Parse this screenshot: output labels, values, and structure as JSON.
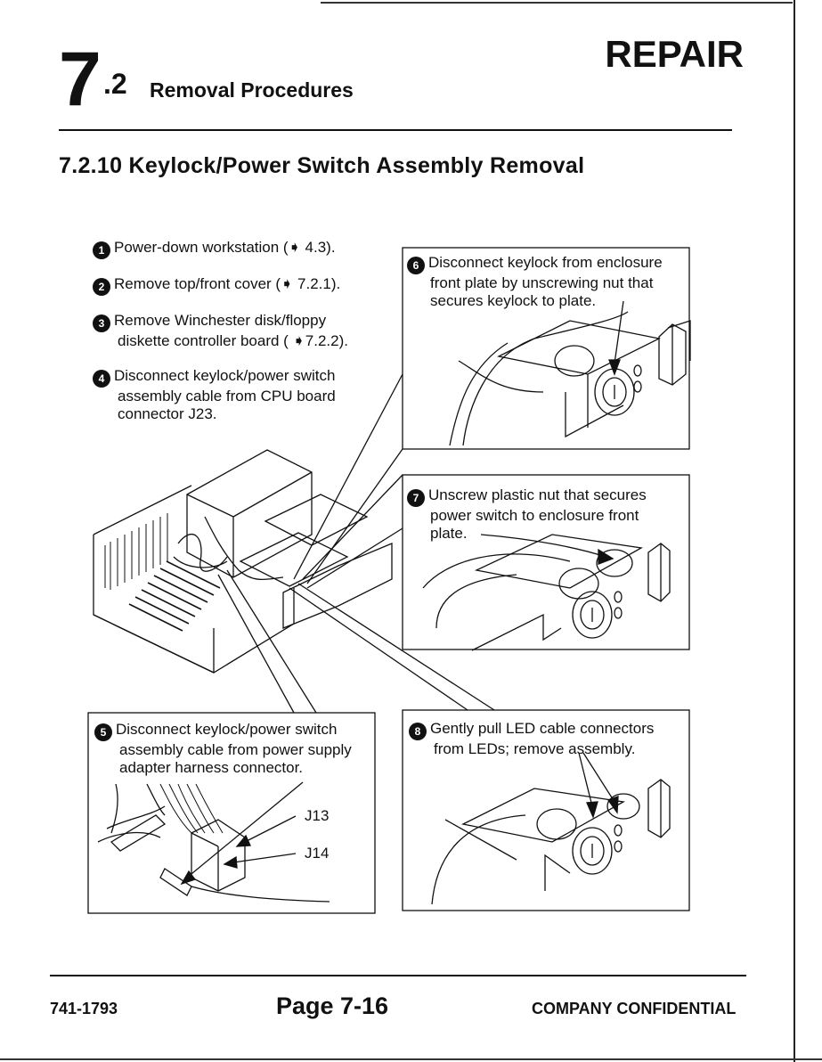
{
  "header": {
    "chapter_number": "7",
    "chapter_sub": ".2",
    "chapter_title": "Removal Procedures",
    "section_label": "REPAIR"
  },
  "section": {
    "title": "7.2.10 Keylock/Power Switch Assembly Removal"
  },
  "steps": [
    {
      "num": "1",
      "lines": [
        "Power-down workstation (➧ 4.3)."
      ]
    },
    {
      "num": "2",
      "lines": [
        "Remove top/front cover (➧ 7.2.1)."
      ]
    },
    {
      "num": "3",
      "lines": [
        "Remove Winchester disk/floppy",
        "diskette controller board ( ➧7.2.2)."
      ]
    },
    {
      "num": "4",
      "lines": [
        "Disconnect keylock/power switch",
        "assembly cable from CPU board",
        "connector J23."
      ]
    },
    {
      "num": "5",
      "lines": [
        "Disconnect keylock/power switch",
        "assembly cable from power supply",
        "adapter harness connector."
      ]
    },
    {
      "num": "6",
      "lines": [
        "Disconnect keylock from enclosure",
        "front plate by unscrewing nut that",
        "secures keylock to plate."
      ]
    },
    {
      "num": "7",
      "lines": [
        "Unscrew plastic nut that secures",
        "power switch to enclosure front",
        "plate."
      ]
    },
    {
      "num": "8",
      "lines": [
        "Gently pull LED cable connectors",
        "from LEDs; remove assembly."
      ]
    }
  ],
  "callouts": {
    "j13": "J13",
    "j14": "J14"
  },
  "footer": {
    "doc_number": "741-1793",
    "page": "Page 7-16",
    "confidential": "COMPANY CONFIDENTIAL"
  }
}
